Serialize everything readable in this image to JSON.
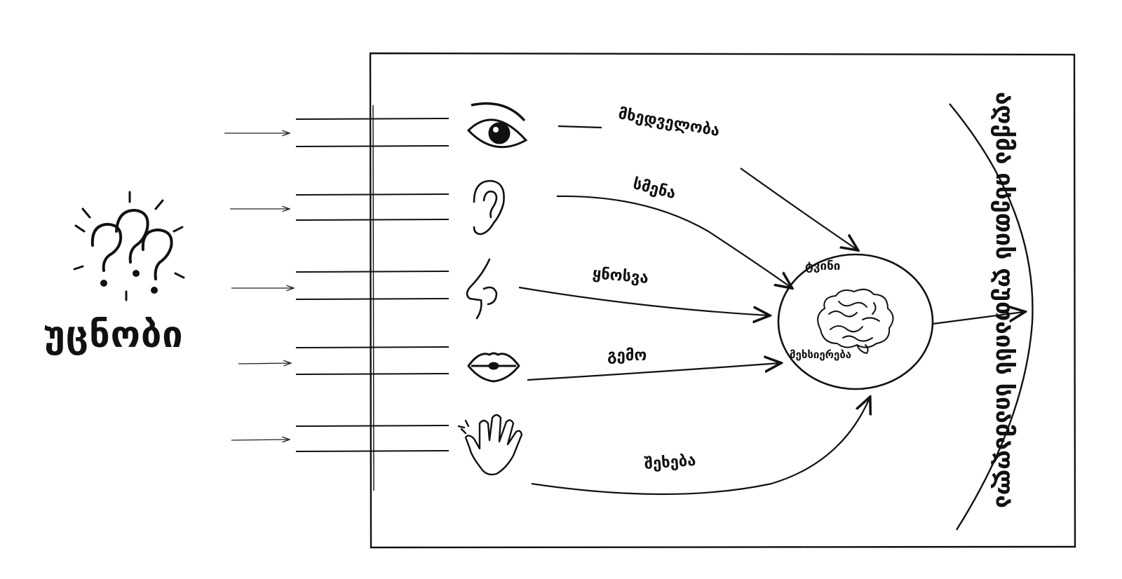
{
  "left_label": "უცნობი",
  "senses": [
    {
      "name": "eye",
      "label": "მხედველობა"
    },
    {
      "name": "ear",
      "label": "სმენა"
    },
    {
      "name": "nose",
      "label": "ყნოსვა"
    },
    {
      "name": "mouth",
      "label": "გემო"
    },
    {
      "name": "hand",
      "label": "შეხება"
    }
  ],
  "brain": {
    "title": "ტვინი",
    "subtitle": "მეხსიერება"
  },
  "right_label": "აღქმა ისეთის ღუთაისს სიამაღლა"
}
